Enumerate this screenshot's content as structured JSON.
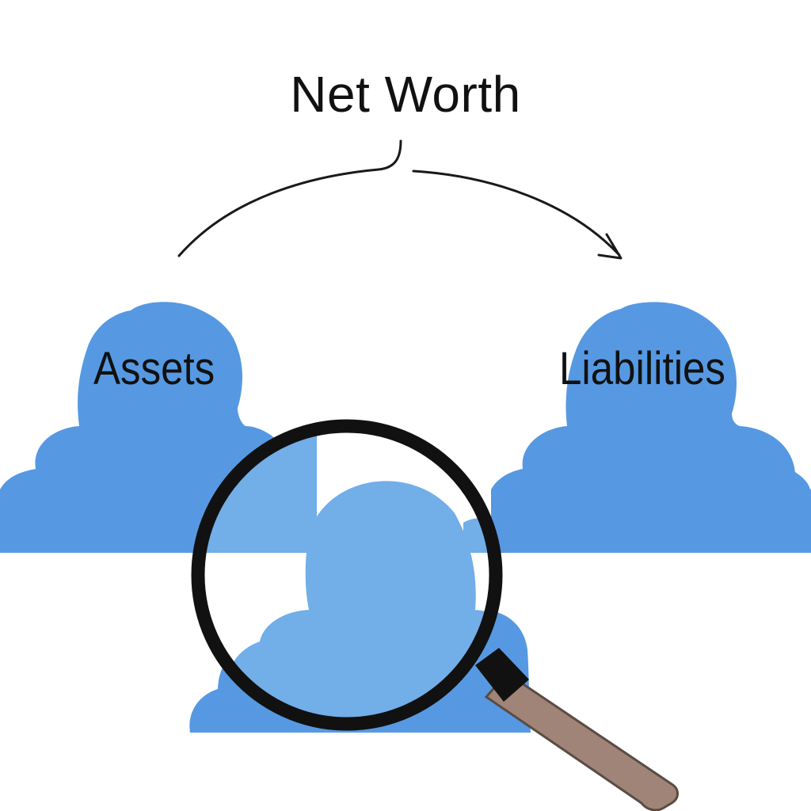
{
  "diagram": {
    "title": "Net Worth",
    "left_cloud_label": "Assets",
    "right_cloud_label": "Liabilities"
  },
  "colors": {
    "cloud": "#5699e2",
    "cloud_magnified": "#72aee8",
    "lens_ring": "#111111",
    "handle": "#a08477",
    "arrow": "#1a1a1a"
  },
  "icons": [
    "magnifying-glass-icon",
    "arrow-curve"
  ]
}
